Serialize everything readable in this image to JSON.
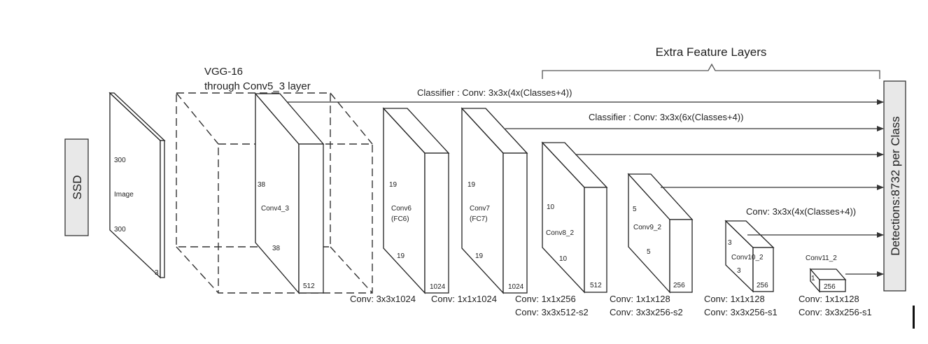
{
  "title_group": {
    "extra_feature_layers": "Extra Feature Layers"
  },
  "vgg": {
    "line1": "VGG-16",
    "line2": "through Conv5_3 layer"
  },
  "ssd_label": "SSD",
  "detections_label": "Detections:8732  per Class",
  "classifiers": {
    "c1": "Classifier : Conv: 3x3x(4x(Classes+4))",
    "c2": "Classifier : Conv: 3x3x(6x(Classes+4))",
    "c3": "Conv: 3x3x(4x(Classes+4))"
  },
  "image": {
    "h": "300",
    "name": "Image",
    "w": "300",
    "d": "3"
  },
  "conv4_3": {
    "h": "38",
    "name": "Conv4_3",
    "w": "38",
    "d": "512"
  },
  "conv6": {
    "h": "19",
    "name1": "Conv6",
    "name2": "(FC6)",
    "w": "19",
    "d": "1024"
  },
  "conv7": {
    "h": "19",
    "name1": "Conv7",
    "name2": "(FC7)",
    "w": "19",
    "d": "1024"
  },
  "conv8_2": {
    "h": "10",
    "name": "Conv8_2",
    "w": "10",
    "d": "512"
  },
  "conv9_2": {
    "h": "5",
    "name": "Conv9_2",
    "w": "5",
    "d": "256"
  },
  "conv10_2": {
    "h": "3",
    "name": "Conv10_2",
    "w": "3",
    "d": "256"
  },
  "conv11_2": {
    "h": "1",
    "name": "Conv11_2",
    "d": "256"
  },
  "conv_labels": {
    "c6": "Conv: 3x3x1024",
    "c7": "Conv: 1x1x1024",
    "c8a": "Conv: 1x1x256",
    "c8b": "Conv:  3x3x512-s2",
    "c9a": "Conv: 1x1x128",
    "c9b": "Conv: 3x3x256-s2",
    "c10a": "Conv: 1x1x128",
    "c10b": "Conv: 3x3x256-s1",
    "c11a": "Conv: 1x1x128",
    "c11b": "Conv: 3x3x256-s1"
  }
}
